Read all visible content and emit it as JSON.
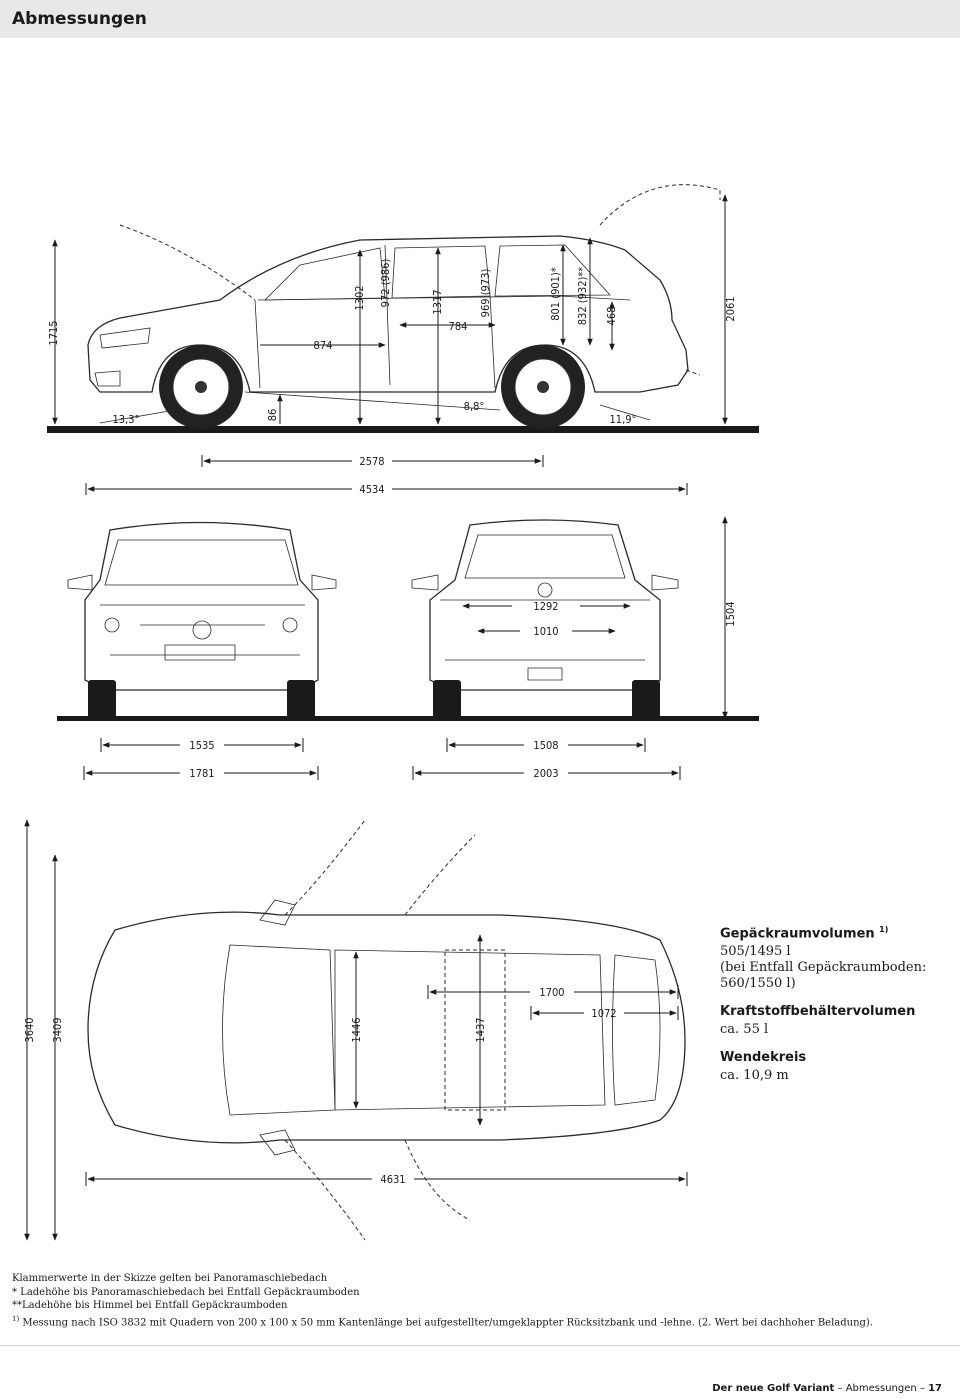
{
  "page_title": "Abmessungen",
  "side_view": {
    "dims": [
      "1715",
      "13,3°",
      "86",
      "874",
      "1302",
      "972 (986)",
      "1317",
      "784",
      "969 (973)",
      "8,8°",
      "801 (901)*",
      "832 (932)**",
      "468",
      "11,9°",
      "2061",
      "2578",
      "4534"
    ]
  },
  "front_rear_view": {
    "dims": [
      "1292",
      "1010",
      "1504",
      "1535",
      "1508",
      "1781",
      "2003"
    ]
  },
  "top_view": {
    "dims": [
      "3640",
      "3409",
      "1446",
      "1437",
      "1700",
      "1072",
      "4631"
    ]
  },
  "info": {
    "cargo_heading": "Gepäckraumvolumen",
    "cargo_sup": "1)",
    "cargo_line1": "505/1495 l",
    "cargo_line2": "(bei Entfall Gepäckraumboden:",
    "cargo_line3": "560/1550 l)",
    "tank_heading": "Kraftstoffbehältervolumen",
    "tank_value": "ca. 55 l",
    "turn_heading": "Wendekreis",
    "turn_value": "ca. 10,9 m"
  },
  "footnotes": {
    "line1": "Klammerwerte in der Skizze gelten bei Panoramaschiebedach",
    "line2": "* Ladehöhe bis Panoramaschiebedach bei Entfall Gepäckraumboden",
    "line3": "**Ladehöhe bis Himmel bei Entfall Gepäckraumboden",
    "line4_sup": "1)",
    "line4": "Messung nach ISO 3832 mit Quadern von 200 x 100 x 50 mm Kantenlänge bei aufgestellter/umgeklappter Rücksitzbank und -lehne. (2. Wert bei dachhoher Beladung)."
  },
  "footer": {
    "model": "Der neue Golf Variant",
    "dash1": "–",
    "section": "Abmessungen",
    "dash2": "–",
    "page": "17"
  }
}
